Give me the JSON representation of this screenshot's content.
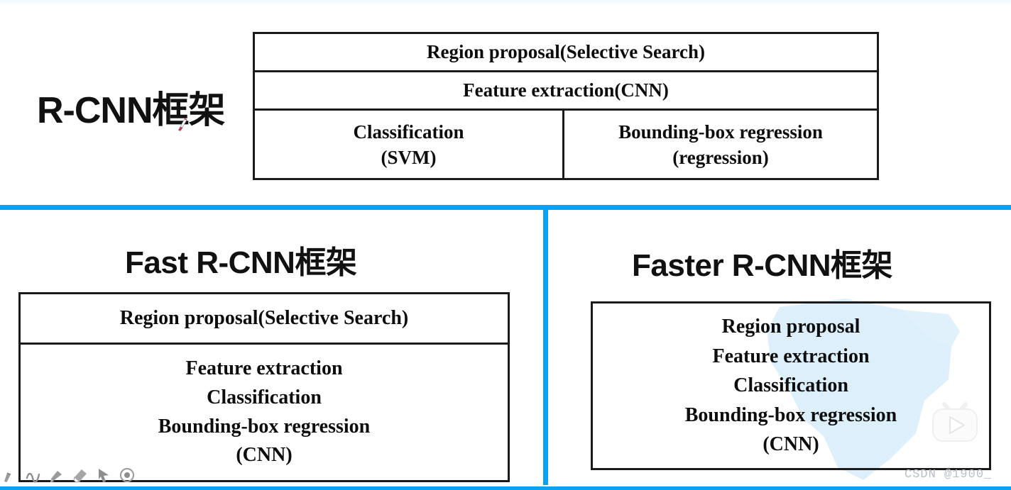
{
  "slide": {
    "background_color": "#ffffff",
    "accent_color": "#0aa2f0",
    "border_color": "#1b1b1b",
    "text_color": "#0d0d0d"
  },
  "rcnn_panel": {
    "title": "R-CNN框架",
    "table": {
      "rows": [
        {
          "cells": [
            "Region proposal(Selective Search)"
          ]
        },
        {
          "cells": [
            "Feature extraction(CNN)"
          ]
        },
        {
          "cells": [
            {
              "line1": "Classification",
              "line2": "(SVM)"
            },
            {
              "line1": "Bounding-box regression",
              "line2": "(regression)"
            }
          ]
        }
      ]
    }
  },
  "fast_rcnn_panel": {
    "title": "Fast R-CNN框架",
    "box": {
      "header": "Region proposal(Selective Search)",
      "body_lines": [
        "Feature extraction",
        "Classification",
        "Bounding-box regression",
        "(CNN)"
      ]
    }
  },
  "faster_rcnn_panel": {
    "title": "Faster R-CNN框架",
    "box": {
      "body_lines": [
        "Region proposal",
        "Feature extraction",
        "Classification",
        "Bounding-box regression",
        "(CNN)"
      ]
    }
  },
  "watermarks": {
    "csdn": "CSDN @1900_",
    "logo_name": "bilibili-tv-play-logo",
    "map_name": "faint-blue-map-shape"
  },
  "annotation_toolbar": {
    "tools": [
      {
        "name": "pen-icon",
        "glyph": "pen"
      },
      {
        "name": "ink-squiggle-icon",
        "glyph": "squiggle"
      },
      {
        "name": "highlighter-icon",
        "glyph": "highlighter"
      },
      {
        "name": "eraser-icon",
        "glyph": "eraser"
      },
      {
        "name": "pointer-icon",
        "glyph": "cursor"
      },
      {
        "name": "laser-pointer-icon",
        "glyph": "dot"
      }
    ]
  },
  "cursor": {
    "name": "red-pen-cursor",
    "color": "#c9304a"
  }
}
